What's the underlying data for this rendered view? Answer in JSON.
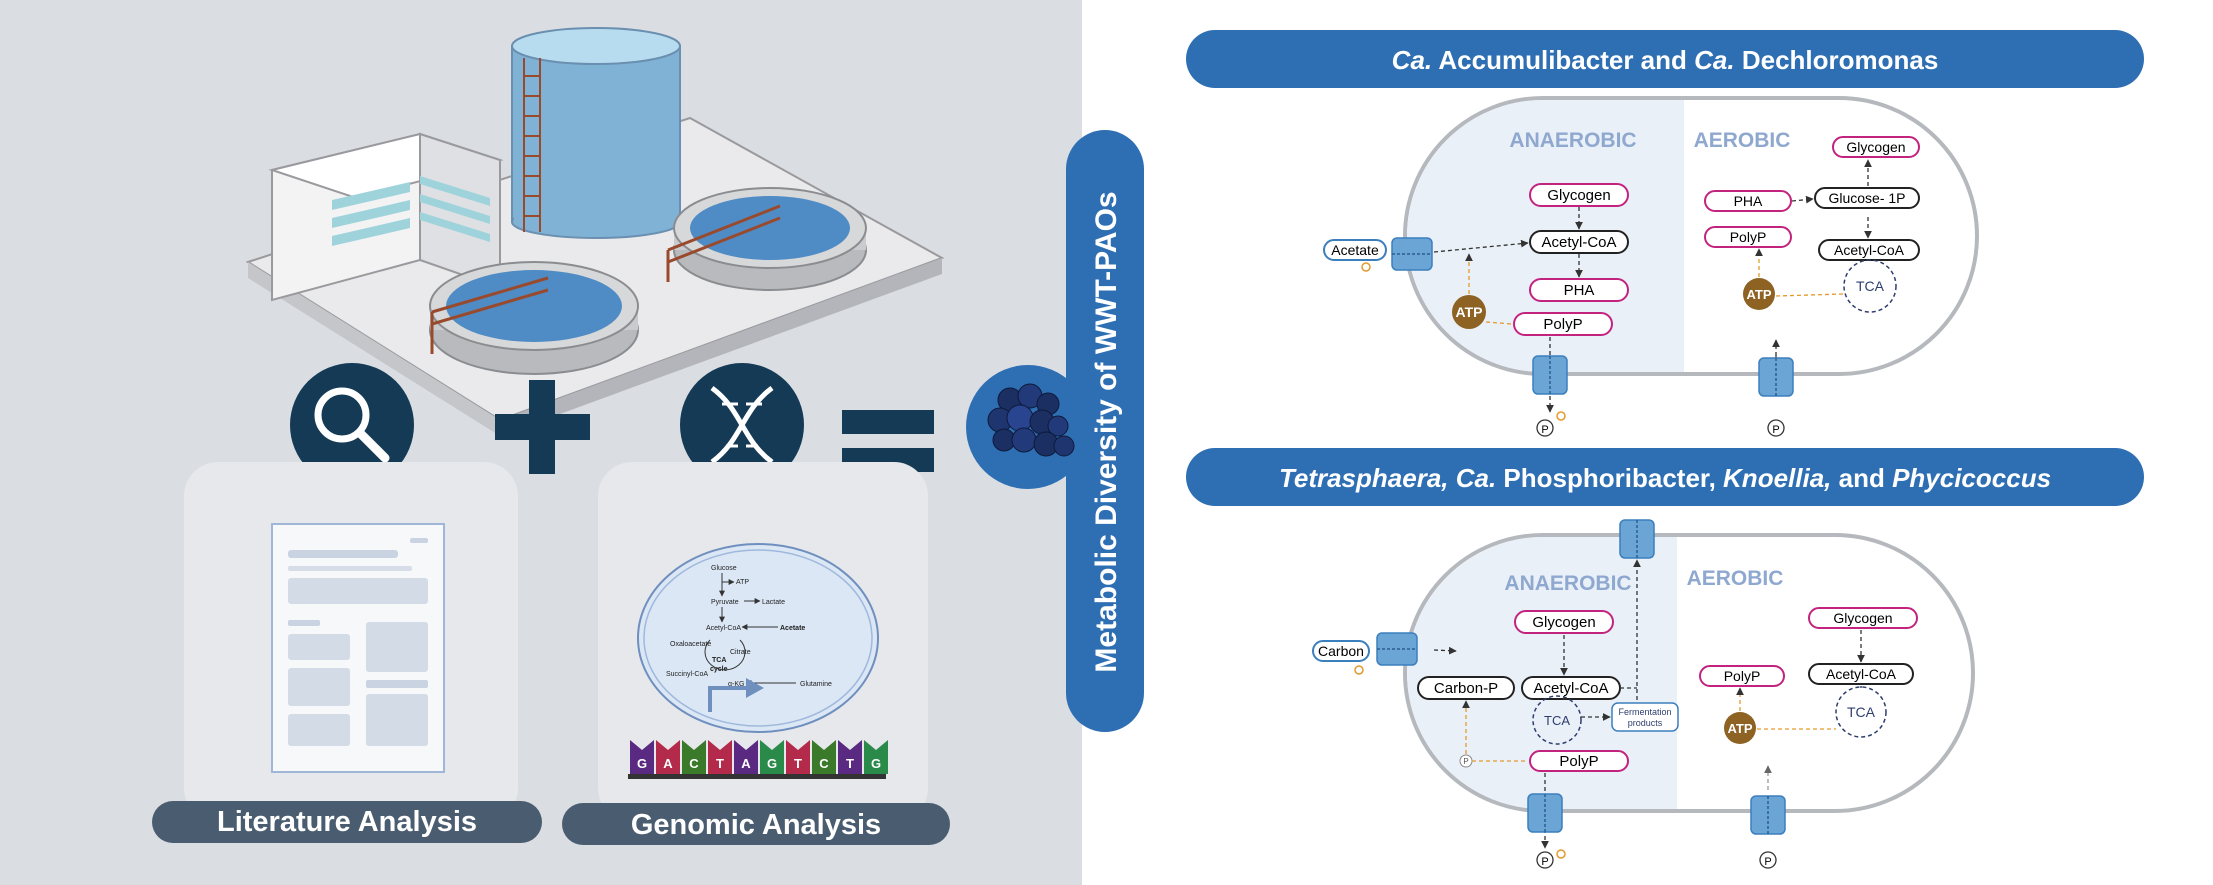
{
  "left_panel": {
    "operation": "+",
    "equals": "=",
    "literature_label": "Literature Analysis",
    "genomic_label": "Genomic Analysis",
    "central_pathway": {
      "glucose": "Glucose",
      "atp": "ATP",
      "pyruvate": "Pyruvate",
      "lactate": "Lactate",
      "acetyl_coa": "Acetyl-CoA",
      "acetate": "Acetate",
      "oxaloacetate": "Oxaloacetate",
      "citrate": "Citrate",
      "tca": "TCA",
      "cycle": "cycle",
      "succinyl_coa": "Succinyl-CoA",
      "akg": "α-KG",
      "glutamine": "Glutamine"
    },
    "dna_letters": [
      "G",
      "A",
      "C",
      "T",
      "A",
      "G",
      "T",
      "C",
      "T",
      "G"
    ]
  },
  "center_banner": {
    "title": "Metabolic Diversity of WWT-PAOs"
  },
  "top_panel": {
    "header": {
      "part1_italic": "Ca.",
      "part2": " Accumulibacter and ",
      "part3_italic": "Ca.",
      "part4": " Dechloromonas"
    },
    "anaerobic": "ANAEROBIC",
    "aerobic": "AEROBIC",
    "acetate": "Acetate",
    "an_glycogen": "Glycogen",
    "an_acetyl_coa": "Acetyl-CoA",
    "an_pha": "PHA",
    "an_polyp": "PolyP",
    "an_atp": "ATP",
    "ae_glycogen": "Glycogen",
    "ae_pha": "PHA",
    "ae_glucose_1p": "Glucose- 1P",
    "ae_polyp": "PolyP",
    "ae_acetyl_coa": "Acetyl-CoA",
    "ae_atp": "ATP",
    "ae_tca": "TCA",
    "p_out": "P",
    "p_in": "P"
  },
  "bottom_panel": {
    "header": {
      "part1_italic": "Tetrasphaera,",
      "part2": " ",
      "part3_italic": "Ca.",
      "part4": " Phosphoribacter, ",
      "part5_italic": "Knoellia,",
      "part6": " and ",
      "part7_italic": "Phycicoccus"
    },
    "anaerobic": "ANAEROBIC",
    "aerobic": "AEROBIC",
    "carbon": "Carbon",
    "an_glycogen": "Glycogen",
    "an_carbon_p": "Carbon-P",
    "an_acetyl_coa": "Acetyl-CoA",
    "an_tca": "TCA",
    "fermentation_1": "Fermentation",
    "fermentation_2": "products",
    "an_polyp": "PolyP",
    "small_p": "P",
    "ae_glycogen": "Glycogen",
    "ae_polyp": "PolyP",
    "ae_acetyl_coa": "Acetyl-CoA",
    "ae_atp": "ATP",
    "ae_tca": "TCA",
    "p_out": "P",
    "p_in": "P"
  },
  "colors": {
    "left_bg": "#dadde1",
    "banner_blue": "#2e6fb4",
    "navy": "#153a55",
    "anaerobic_bg": "#eaf0f8",
    "anaerobic_text": "#8fa8cf",
    "magenta": "#c2237e",
    "atp_brown": "#8d6223",
    "orange": "#e39a2e",
    "channel_blue": "#6aa5d6",
    "pill_gray": "#4a5d70"
  }
}
